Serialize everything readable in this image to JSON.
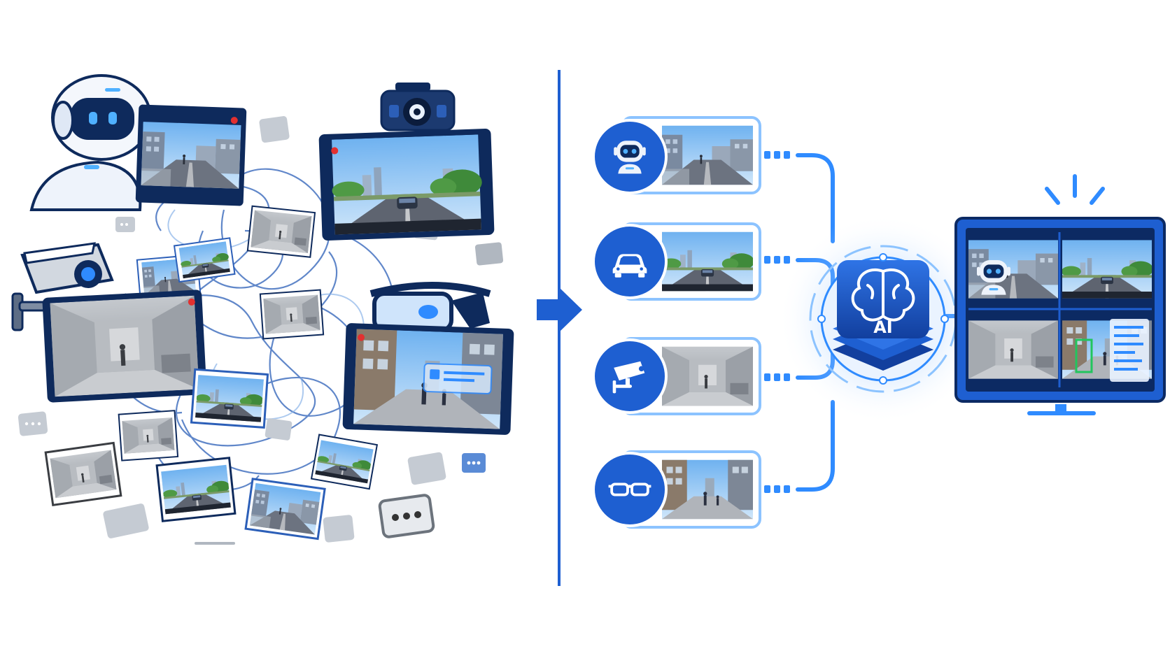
{
  "hub": {
    "label": "AI",
    "icon": "brain-icon"
  },
  "colors": {
    "primary": "#1e5fd1",
    "accent": "#2f8bff",
    "dark_navy": "#0c2a63",
    "glow": "#8cc3ff",
    "recording": "#e23030",
    "detection": "#22c55e",
    "frame_gray": "#a7b0bb"
  },
  "sources": [
    {
      "name": "robot",
      "icon": "robot-icon",
      "scene": "city-street"
    },
    {
      "name": "car",
      "icon": "car-icon",
      "scene": "road-dashcam"
    },
    {
      "name": "security-camera",
      "icon": "cctv-icon",
      "scene": "building-lobby"
    },
    {
      "name": "smart-glasses",
      "icon": "glasses-icon",
      "scene": "sidewalk"
    }
  ],
  "sections": {
    "left": "unorganized-video-feeds",
    "right": "unified-ai-processing",
    "output": "combined-monitor"
  }
}
